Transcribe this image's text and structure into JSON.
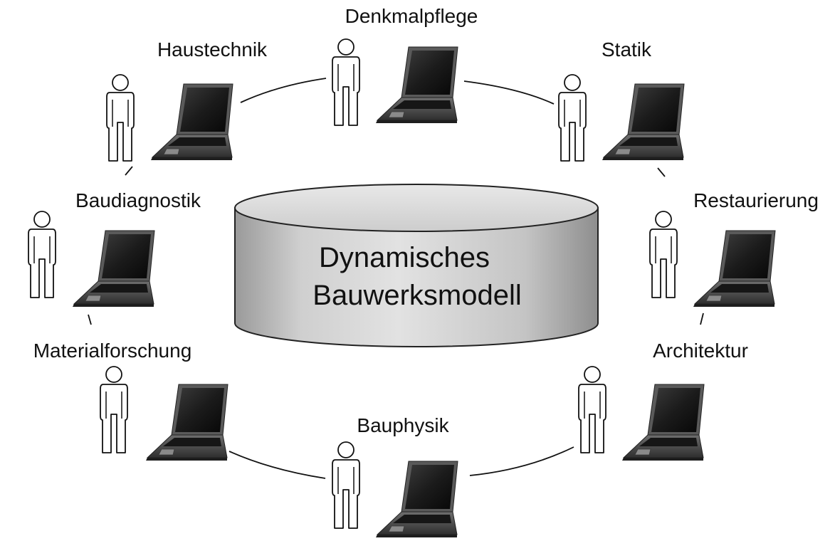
{
  "center": {
    "line1": "Dynamisches",
    "line2": "Bauwerksmodell"
  },
  "nodes": [
    {
      "label": "Denkmalpflege"
    },
    {
      "label": "Haustechnik"
    },
    {
      "label": "Statik"
    },
    {
      "label": "Baudiagnostik"
    },
    {
      "label": "Restaurierung"
    },
    {
      "label": "Materialforschung"
    },
    {
      "label": "Architektur"
    },
    {
      "label": "Bauphysik"
    }
  ]
}
